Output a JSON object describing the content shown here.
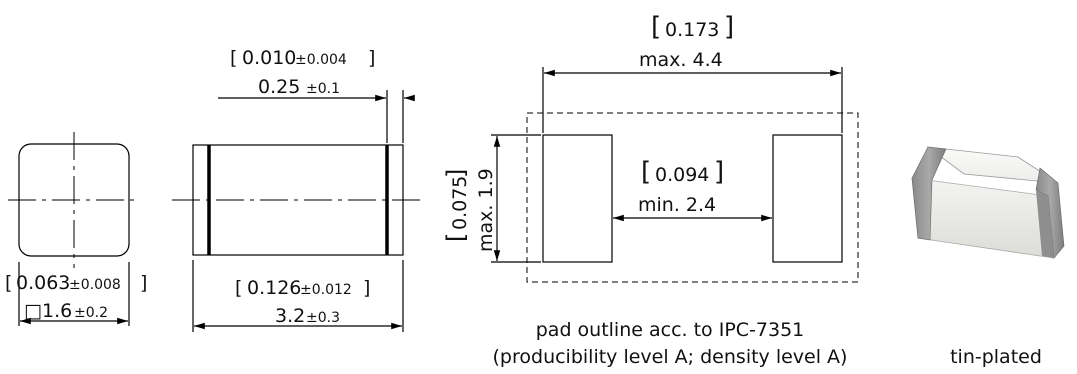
{
  "front_view": {
    "inch_value": "0.063",
    "inch_tol": "±0.008",
    "mm_prefix": "□",
    "mm_value": "1.6",
    "mm_tol": "±0.2"
  },
  "side_view": {
    "length_inch_value": "0.126",
    "length_inch_tol": "±0.012",
    "length_mm_value": "3.2",
    "length_mm_tol": "±0.3",
    "term_inch_value": "0.010",
    "term_inch_tol": "±0.004",
    "term_mm_value": "0.25",
    "term_mm_tol": "±0.1"
  },
  "pad_layout": {
    "overall_inch": "0.173",
    "overall_mm": "max. 4.4",
    "gap_inch": "0.094",
    "gap_mm": "min. 2.4",
    "height_inch": "0.075",
    "height_mm": "max. 1.9",
    "caption_line1": "pad outline acc. to IPC-7351",
    "caption_line2": "(producibility level A; density level A)"
  },
  "render_3d": {
    "caption": "tin-plated"
  }
}
